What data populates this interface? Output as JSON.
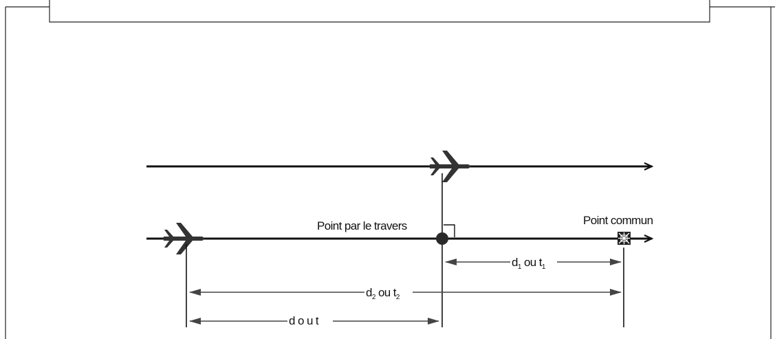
{
  "labels": {
    "point_par_le_travers": "Point par le travers",
    "point_commun": "Point commun",
    "d1_main": "d",
    "d1_sub": "1",
    "d1_mid": " ou t",
    "d1_sub2": "1",
    "d2_main": "d",
    "d2_sub": "2",
    "d2_mid": " ou t",
    "d2_sub2": "2",
    "d_ou_t": "d o u t"
  },
  "icons": {
    "aircraft": "aircraft-icon",
    "abeam_point": "abeam-point-icon",
    "common_point": "common-point-icon",
    "right_angle": "right-angle-icon"
  },
  "colors": {
    "line": "#111111",
    "dimension": "#444444",
    "aircraft": "#333333",
    "background": "#ffffff"
  }
}
